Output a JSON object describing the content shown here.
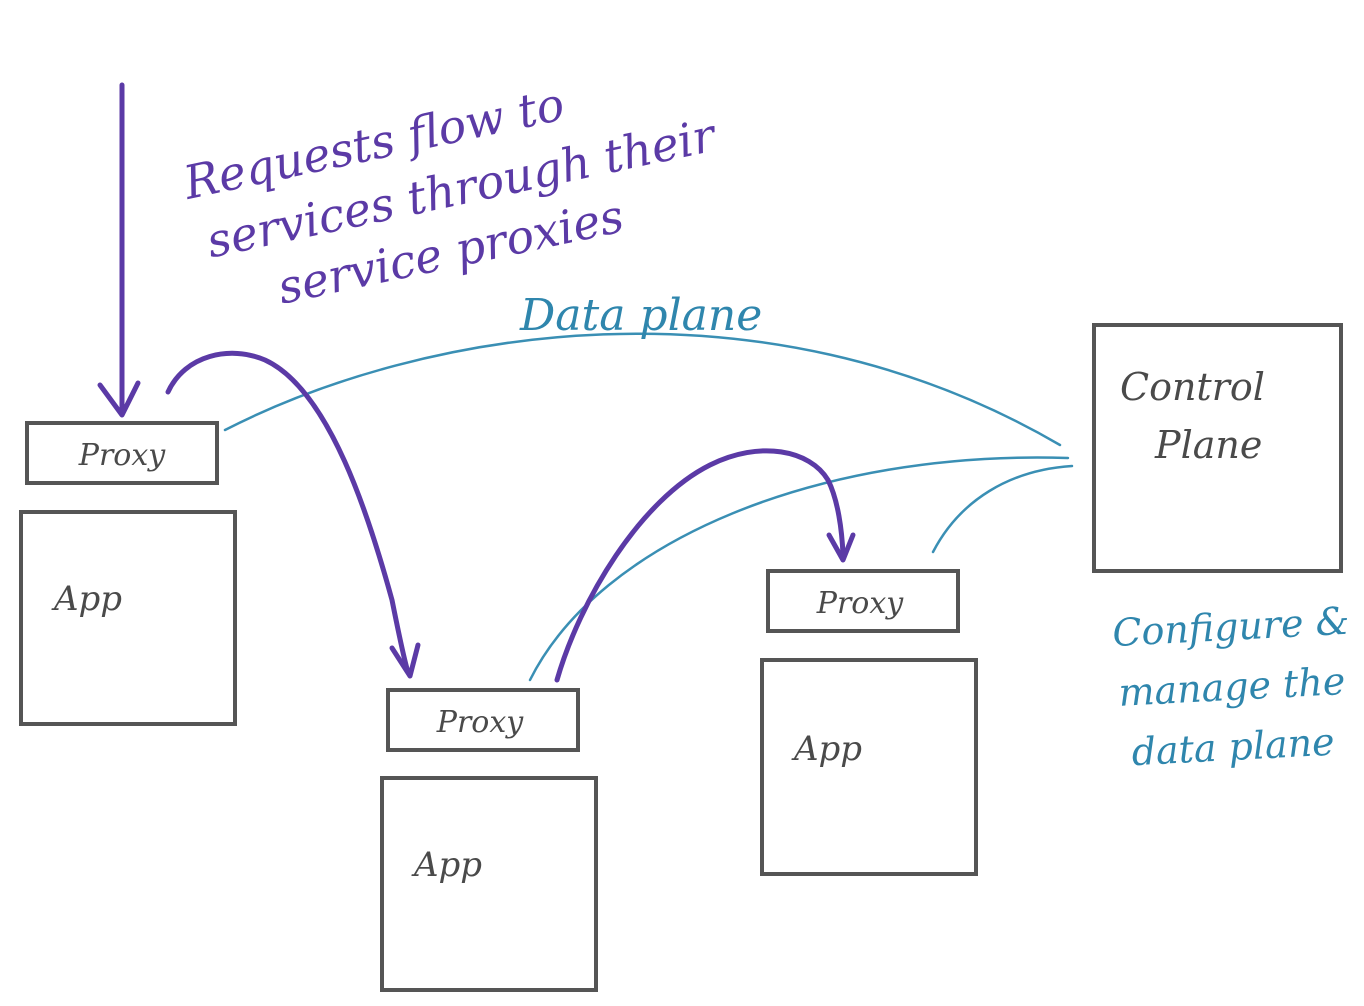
{
  "colors": {
    "request_flow": "#5b3aa6",
    "data_plane": "#3a8fb4",
    "box_stroke": "#555555",
    "label_text": "#4a4a4a"
  },
  "services": [
    {
      "proxy_label": "Proxy",
      "app_label": "App"
    },
    {
      "proxy_label": "Proxy",
      "app_label": "App"
    },
    {
      "proxy_label": "Proxy",
      "app_label": "App"
    }
  ],
  "control_plane": {
    "label_line1": "Control",
    "label_line2": "Plane"
  },
  "annotations": {
    "requests": {
      "line1": "Requests flow to",
      "line2": "services through their",
      "line3": "service proxies"
    },
    "data_plane": "Data plane",
    "configure": {
      "line1": "Configure &",
      "line2": "manage the",
      "line3": "data plane"
    }
  }
}
